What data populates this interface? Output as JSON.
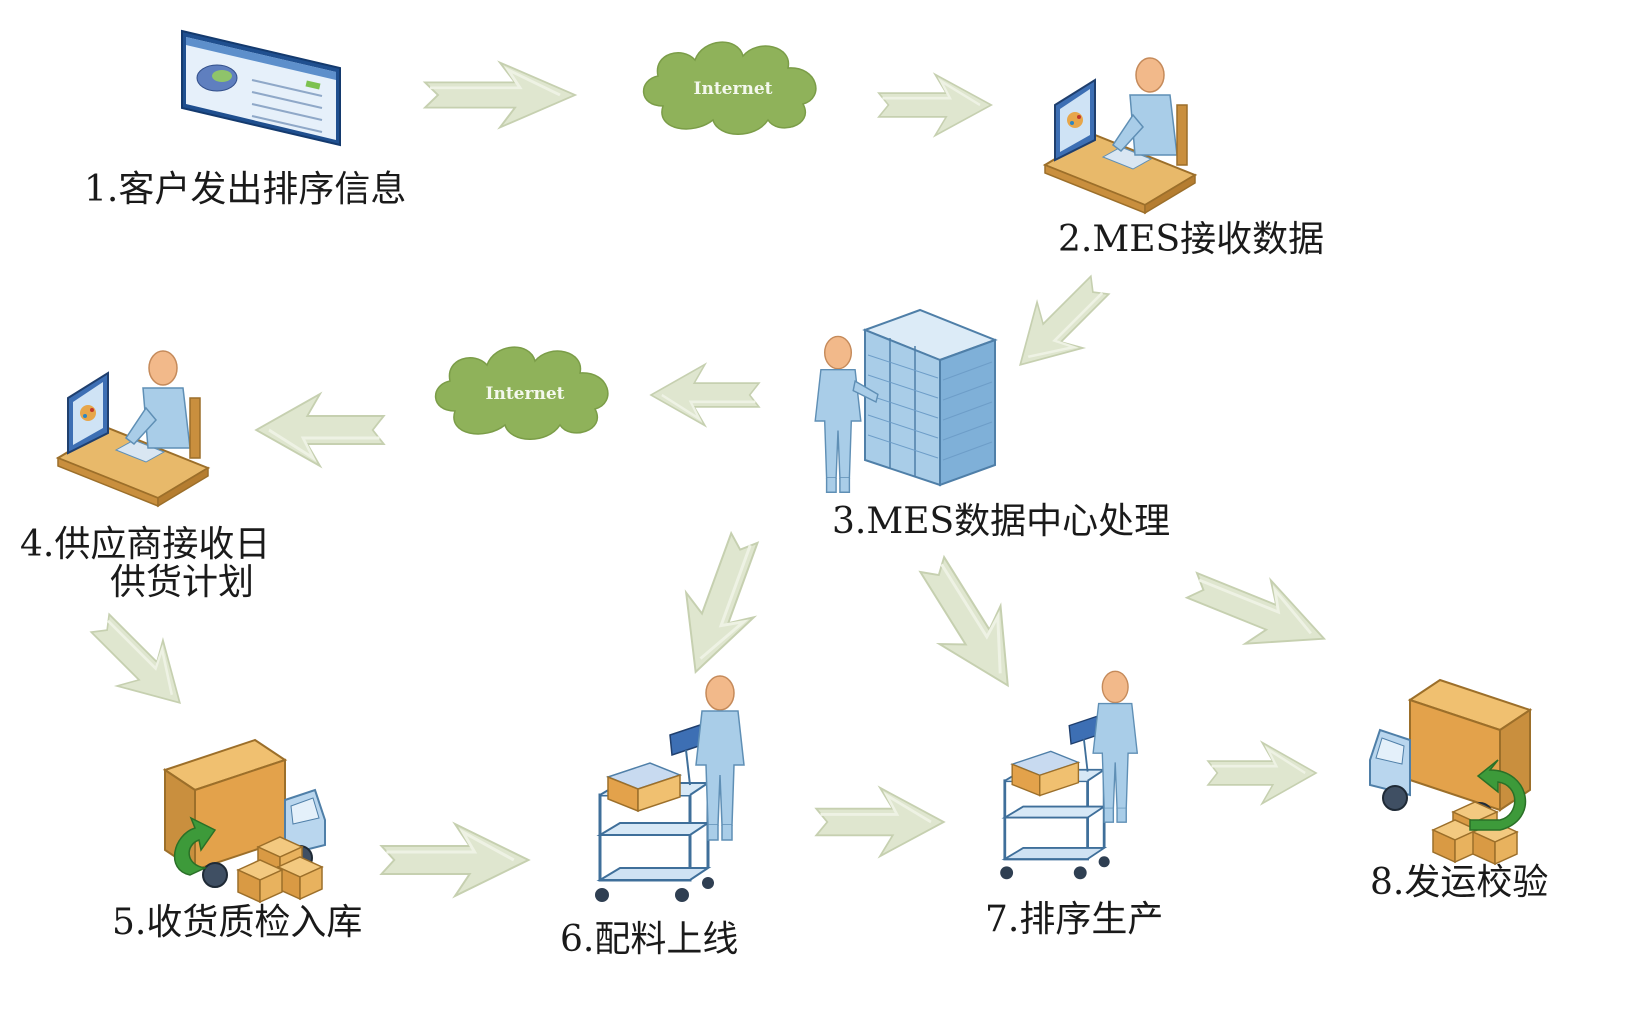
{
  "diagram": {
    "steps": [
      {
        "id": "step-1",
        "label": "1.客户发出排序信息",
        "icon": "web-page-icon"
      },
      {
        "id": "step-2",
        "label": "2.MES接收数据",
        "icon": "workstation-user-icon"
      },
      {
        "id": "step-3",
        "label": "3.MES数据中心处理",
        "icon": "server-rack-operator-icon"
      },
      {
        "id": "step-4",
        "label_line1": "4.供应商接收日",
        "label_line2": "供货计划",
        "icon": "workstation-user-icon"
      },
      {
        "id": "step-5",
        "label": "5.收货质检入库",
        "icon": "delivery-truck-receive-icon"
      },
      {
        "id": "step-6",
        "label": "6.配料上线",
        "icon": "cart-operator-icon"
      },
      {
        "id": "step-7",
        "label": "7.排序生产",
        "icon": "cart-operator-icon"
      },
      {
        "id": "step-8",
        "label": "8.发运校验",
        "icon": "delivery-truck-ship-icon"
      }
    ],
    "clouds": [
      {
        "id": "internet-cloud-top",
        "label": "Internet"
      },
      {
        "id": "internet-cloud-middle",
        "label": "Internet"
      }
    ],
    "colors": {
      "arrow_fill": "#dfe6cf",
      "arrow_stroke": "#c8d1b3",
      "cloud_fill": "#8fb25a",
      "person_fill": "#a9cde8",
      "skin": "#f2b98a",
      "box": "#e3a24b",
      "desk": "#e8b96a",
      "rack": "#b9d6ee",
      "green_arrow": "#3d9a3a"
    }
  }
}
